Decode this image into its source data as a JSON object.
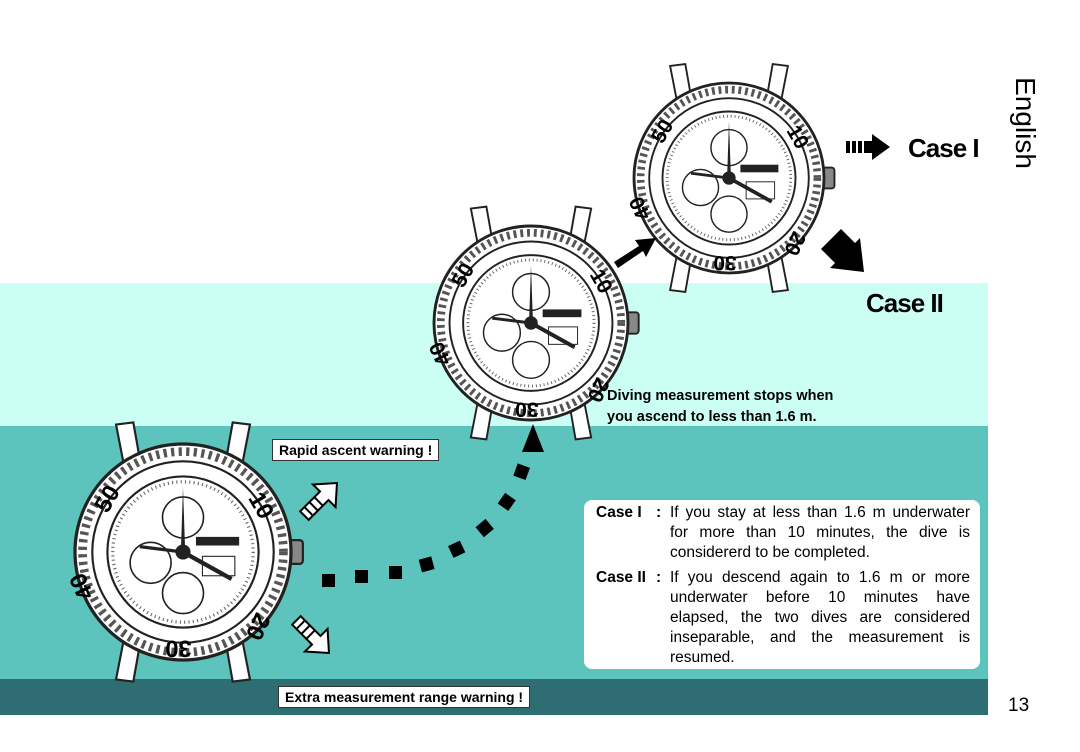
{
  "side_tab": "English",
  "case1_heading": "Case I",
  "case2_heading": "Case II",
  "diving_note": {
    "line1": "Diving measurement stops when",
    "line2": "you ascend to less than 1.6 m."
  },
  "rapid_ascent_label": "Rapid ascent warning !",
  "extra_range_label": "Extra measurement range warning !",
  "explanation": {
    "case1": {
      "key": "Case I",
      "colon": ":",
      "text": "If you stay at less than 1.6 m underwater for more than 10 minutes, the dive is considererd to be completed."
    },
    "case2": {
      "key": "Case II",
      "colon": ":",
      "text": "If you descend again to 1.6 m or more underwater before 10 minutes have elapsed, the two dives are considered inseparable, and the measurement is resumed."
    }
  },
  "watch_bezel_numbers": [
    "50",
    "10",
    "20",
    "30",
    "40"
  ],
  "page_number": "13",
  "colors": {
    "light_band": "#ccfff4",
    "teal_band": "#5cc4bc",
    "dark_band": "#2e6e73"
  }
}
